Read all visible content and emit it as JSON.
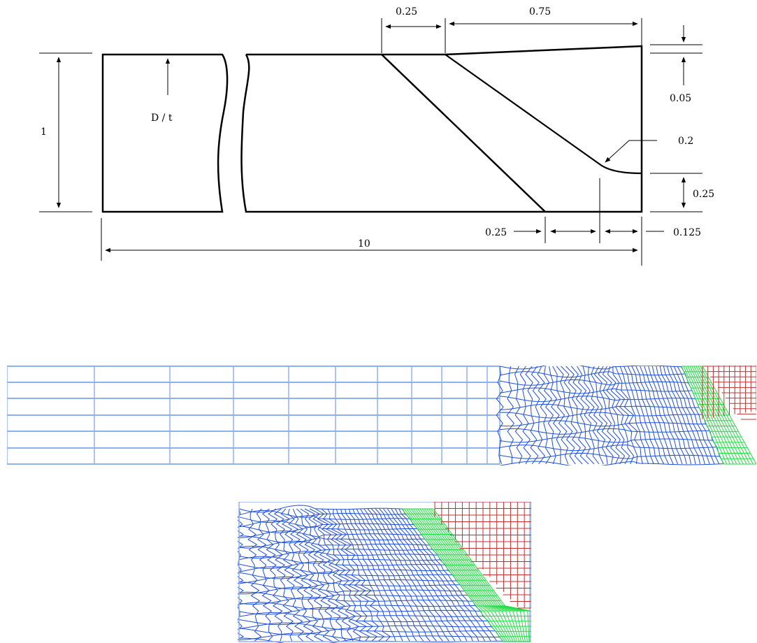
{
  "drawing": {
    "dimensions": {
      "height": "1",
      "spacing": "D / t",
      "top_gap": "0.25",
      "top_length": "0.75",
      "slope_rise": "0.05",
      "fillet_radius": "0.2",
      "right_height": "0.25",
      "bottom_gap": "0.25",
      "end_gap": "0.125",
      "total_length": "10"
    }
  },
  "colors": {
    "outline": "#000000",
    "mesh_blue": "#1f4fd6",
    "mesh_blue_light": "#8fb0f0",
    "mesh_green": "#22dd44",
    "mesh_red": "#c23030"
  }
}
